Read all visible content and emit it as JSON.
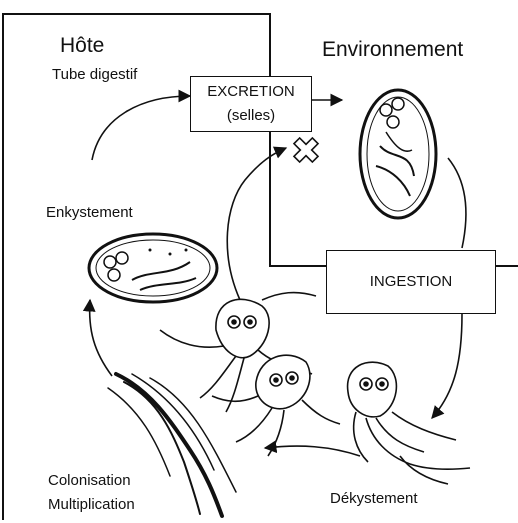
{
  "host": {
    "title": "Hôte",
    "subtitle": "Tube digestif"
  },
  "environment": {
    "title": "Environnement"
  },
  "boxes": {
    "excretion": {
      "line1": "EXCRETION",
      "line2": "(selles)"
    },
    "ingestion": {
      "label": "INGESTION"
    }
  },
  "stages": {
    "encystment": "Enkystement",
    "colonisation_1": "Colonisation",
    "colonisation_2": "Multiplication",
    "excystment": "Dékystement"
  },
  "icons": {
    "blocked": "x-mark-icon",
    "cyst": "cyst-icon",
    "trophozoite": "trophozoite-icon"
  }
}
